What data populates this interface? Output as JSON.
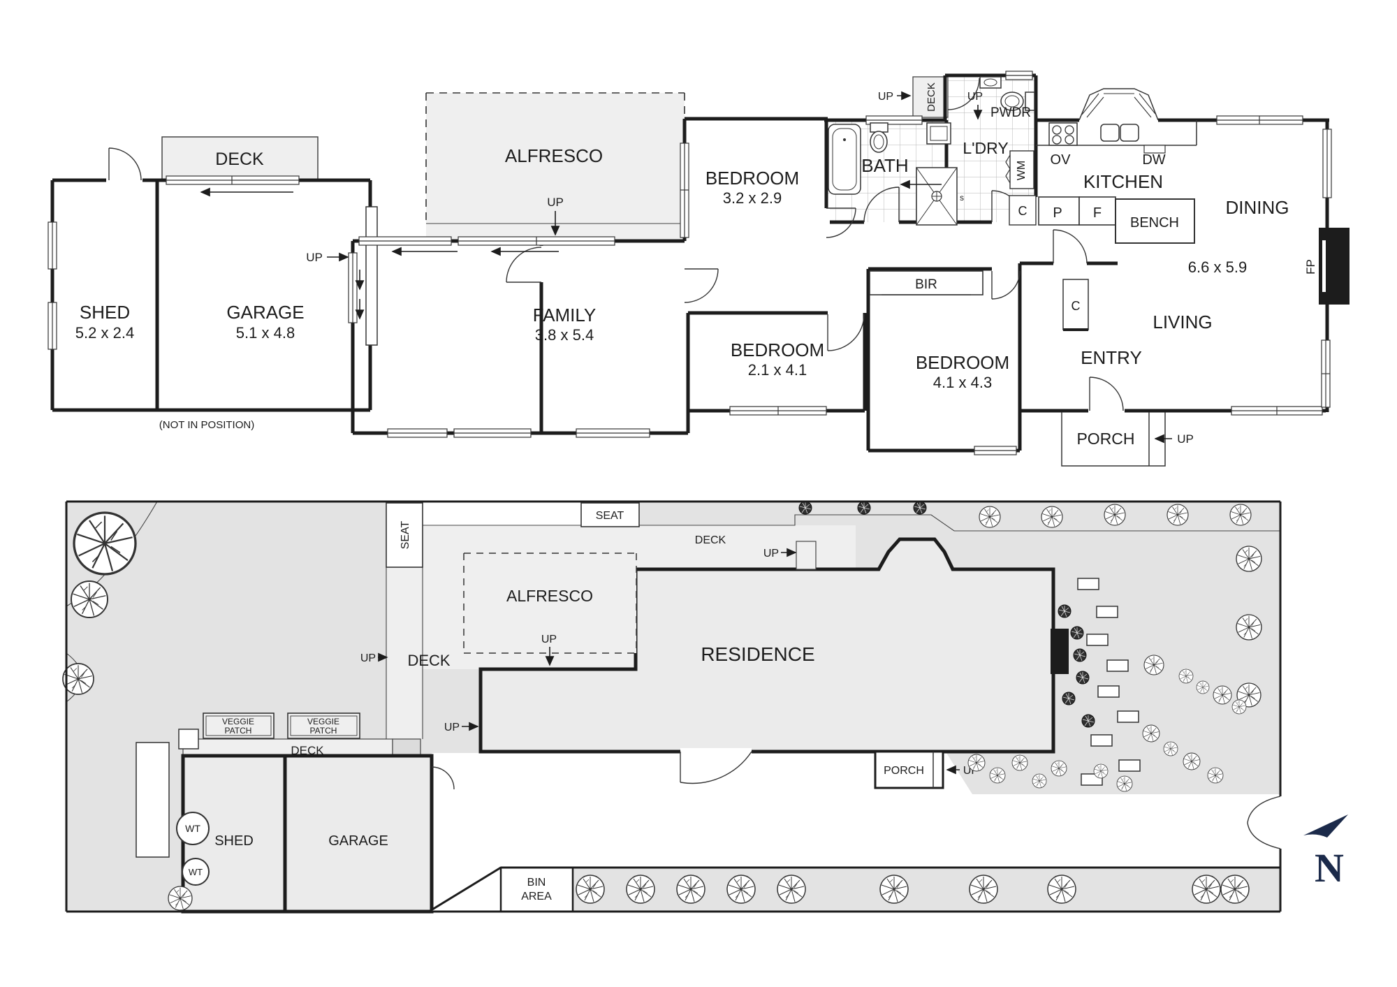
{
  "colors": {
    "wall": "#1c1c1c",
    "yard": "#e3e3e3",
    "deck": "#efefef",
    "building": "#ebebeb",
    "compass_navy": "#1b2a4a",
    "tile_line": "#b5b5b5"
  },
  "labels": {
    "up": "UP",
    "deck": "DECK",
    "seat": "SEAT",
    "alfresco": "ALFRESCO",
    "bedroom": "BEDROOM",
    "family": "FAMILY",
    "bath": "BATH",
    "laundry": "L'DRY",
    "powder": "PWDR",
    "kitchen": "KITCHEN",
    "dining": "DINING",
    "living": "LIVING",
    "entry": "ENTRY",
    "porch": "PORCH",
    "bench": "BENCH",
    "bir": "BIR",
    "shed": "SHED",
    "garage": "GARAGE",
    "residence": "RESIDENCE",
    "oven": "OV",
    "dishwasher": "DW",
    "washing_machine": "WM",
    "cupboard": "C",
    "pantry": "P",
    "fridge": "F",
    "fireplace": "FP",
    "shower_s": "s",
    "water_tank": "WT",
    "north": "N",
    "veggie_line1": "VEGGIE",
    "veggie_line2": "PATCH",
    "bin_line1": "BIN",
    "bin_line2": "AREA",
    "note": "(NOT IN POSITION)"
  },
  "dims": {
    "shed": "5.2 x 2.4",
    "garage": "5.1 x 4.8",
    "family": "3.8 x 5.4",
    "bedroom1": "3.2 x 2.9",
    "bedroom2": "2.1 x 4.1",
    "bedroom3": "4.1 x 4.3",
    "dining_living": "6.6 x 5.9"
  }
}
